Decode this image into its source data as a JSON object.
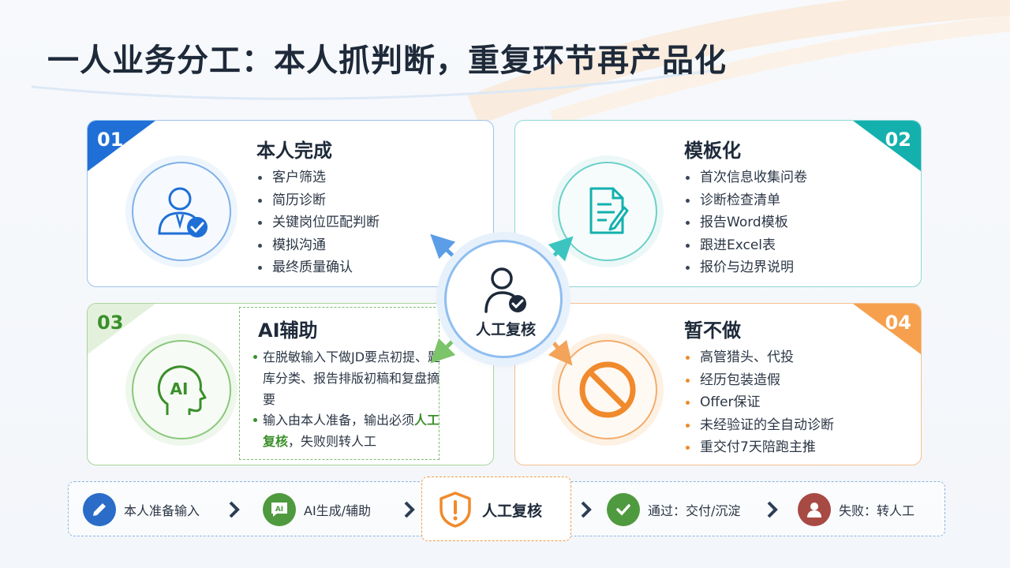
{
  "title": "一人业务分工：本人抓判断，重复环节再产品化",
  "hub": {
    "label": "人工复核"
  },
  "cards": [
    {
      "number": "01",
      "title": "本人完成",
      "items": [
        "客户筛选",
        "简历诊断",
        "关键岗位匹配判断",
        "模拟沟通",
        "最终质量确认"
      ]
    },
    {
      "number": "02",
      "title": "模板化",
      "items": [
        "首次信息收集问卷",
        "诊断检查清单",
        "报告Word模板",
        "跟进Excel表",
        "报价与边界说明"
      ]
    },
    {
      "number": "03",
      "title": "AI辅助",
      "icon_text": "AI",
      "para1": "在脱敏输入下做JD要点初提、题库分类、报告排版初稿和复盘摘要",
      "para2_pre": "输入由本人准备，输出必须",
      "para2_em": "人工复核",
      "para2_post": "，失败则转人工"
    },
    {
      "number": "04",
      "title": "暂不做",
      "items": [
        "高管猎头、代投",
        "经历包装造假",
        "Offer保证",
        "未经验证的全自动诊断",
        "重交付7天陪跑主推"
      ]
    }
  ],
  "flow": [
    {
      "label": "本人准备输入",
      "icon": "pencil-icon"
    },
    {
      "label": "AI生成/辅助",
      "icon": "ai-chat-icon",
      "icon_text": "AI"
    },
    {
      "label": "人工复核",
      "icon": "warning-shield-icon"
    },
    {
      "label": "通过：交付/沉淀",
      "icon": "check-icon"
    },
    {
      "label": "失败：转人工",
      "icon": "person-icon"
    }
  ],
  "colors": {
    "blue": "#1f6fd6",
    "teal": "#14b0ae",
    "green": "#3a8f2a",
    "orange": "#f08a2c"
  }
}
